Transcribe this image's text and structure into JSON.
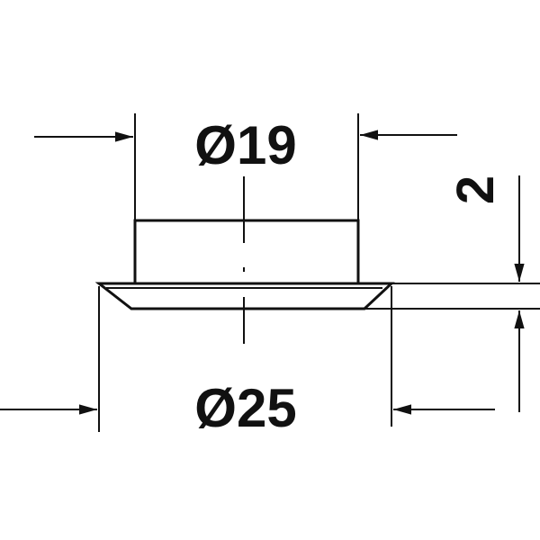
{
  "dimensions": {
    "top_diameter": "Ø19",
    "bottom_diameter": "Ø25",
    "flange_thickness": "2"
  },
  "colors": {
    "line": "#111111",
    "background": "#ffffff"
  }
}
